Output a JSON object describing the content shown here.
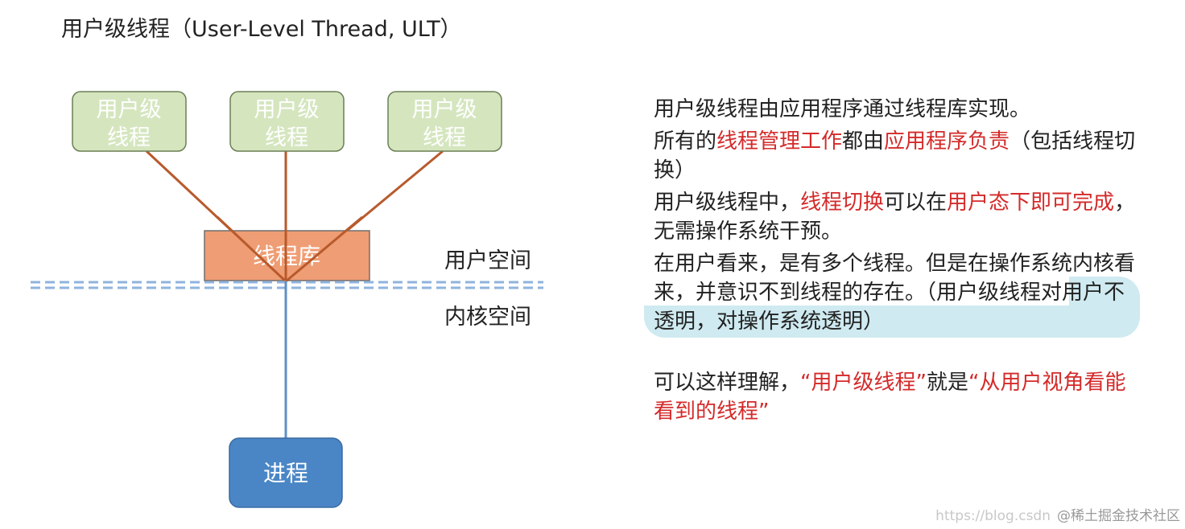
{
  "title": "用户级线程（User-Level Thread, ULT）",
  "diagram": {
    "threads": [
      {
        "label_line1": "用户级",
        "label_line2": "线程"
      },
      {
        "label_line1": "用户级",
        "label_line2": "线程"
      },
      {
        "label_line1": "用户级",
        "label_line2": "线程"
      }
    ],
    "library_label": "线程库",
    "process_label": "进程",
    "user_space_label": "用户空间",
    "kernel_space_label": "内核空间",
    "colors": {
      "thread_fill": "#d5e6bf",
      "thread_stroke": "#6b7f56",
      "thread_text": "#ffffff",
      "library_fill": "#ef9d74",
      "library_stroke": "#6f6f6f",
      "process_fill": "#4a86c6",
      "process_stroke": "#3a6aa0",
      "connector_orange": "#b85a2c",
      "connector_blue": "#5f8fc4",
      "dashed_line": "#8fb3dd"
    }
  },
  "description": {
    "p1": "用户级线程由应用程序通过线程库实现。",
    "p2_a": "所有的",
    "p2_hl1": "线程管理工作",
    "p2_b": "都由",
    "p2_hl2": "应用程序负责",
    "p2_c": "（包括线程切换）",
    "p3_a": "用户级线程中，",
    "p3_hl1": "线程切换",
    "p3_b": "可以在",
    "p3_hl2": "用户态下即可完成",
    "p3_c": "，无需操作系统干预。",
    "p4": "在用户看来，是有多个线程。但是在操作系统内核看来，并意识不到线程的存在。（用户级线程对用户不透明，对操作系统透明）",
    "p5_a": "可以这样理解，",
    "p5_hl1": "“用户级线程”",
    "p5_b": "就是",
    "p5_hl2": "“从用户视角看能看到的线程”"
  },
  "watermark": {
    "url": "https://blog.csdn",
    "text": "@稀土掘金技术社区"
  }
}
